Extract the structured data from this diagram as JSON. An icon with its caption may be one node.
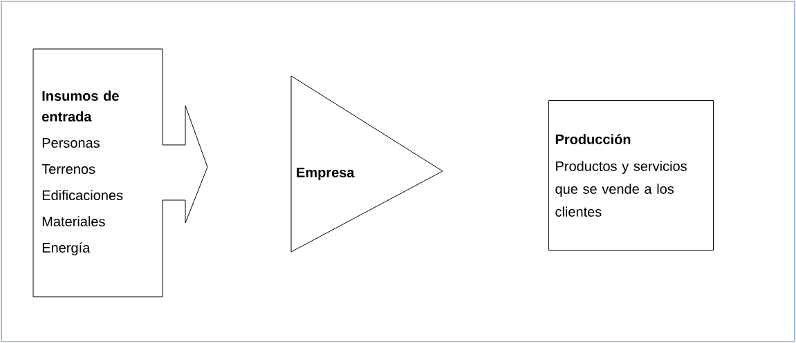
{
  "diagram": {
    "nodes": [
      {
        "text": [
          "Insumos de entrada",
          "Personas",
          "Terrenos",
          "Edificaciones",
          "Materiales",
          "Energía"
        ]
      },
      {
        "text": [
          "Empresa"
        ]
      },
      {
        "text": [
          "Producción",
          "Productos y servicios que se vende a los clientes"
        ]
      }
    ]
  }
}
